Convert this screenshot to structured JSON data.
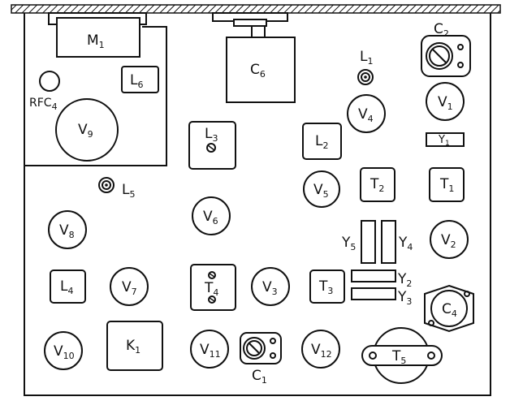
{
  "components": {
    "m1": "M",
    "m1_sub": "1",
    "c6": "C",
    "c6_sub": "6",
    "l1": "L",
    "l1_sub": "1",
    "c2": "C",
    "c2_sub": "2",
    "l6": "L",
    "l6_sub": "6",
    "rfc4": "RFC",
    "rfc4_sub": "4",
    "v9": "V",
    "v9_sub": "9",
    "l3": "L",
    "l3_sub": "3",
    "v4": "V",
    "v4_sub": "4",
    "v1": "V",
    "v1_sub": "1",
    "l2": "L",
    "l2_sub": "2",
    "y1": "Y",
    "y1_sub": "1",
    "l5": "L",
    "l5_sub": "5",
    "v5": "V",
    "v5_sub": "5",
    "t2": "T",
    "t2_sub": "2",
    "t1": "T",
    "t1_sub": "1",
    "v6": "V",
    "v6_sub": "6",
    "v8": "V",
    "v8_sub": "8",
    "y5": "Y",
    "y5_sub": "5",
    "y4": "Y",
    "y4_sub": "4",
    "v2": "V",
    "v2_sub": "2",
    "l4": "L",
    "l4_sub": "4",
    "v7": "V",
    "v7_sub": "7",
    "t4": "T",
    "t4_sub": "4",
    "v3": "V",
    "v3_sub": "3",
    "t3": "T",
    "t3_sub": "3",
    "y2": "Y",
    "y2_sub": "2",
    "y3": "Y",
    "y3_sub": "3",
    "c4": "C",
    "c4_sub": "4",
    "v10": "V",
    "v10_sub": "10",
    "k1": "K",
    "k1_sub": "1",
    "v11": "V",
    "v11_sub": "11",
    "v12": "V",
    "v12_sub": "12",
    "t5": "T",
    "t5_sub": "5",
    "c1": "C",
    "c1_sub": "1"
  }
}
